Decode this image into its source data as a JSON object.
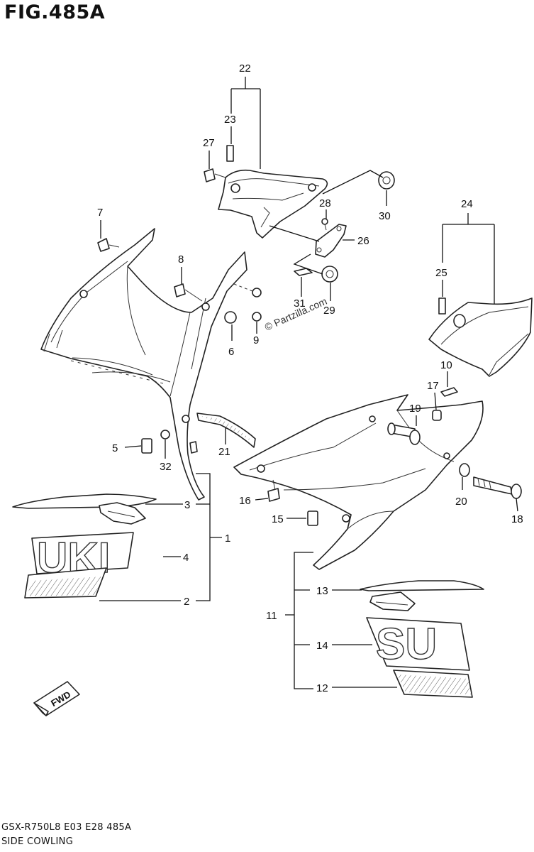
{
  "figure": {
    "title": "FIG.485A"
  },
  "watermark": "© Partzilla.com",
  "fwd_label": "FWD",
  "callouts": [
    "1",
    "2",
    "3",
    "4",
    "5",
    "6",
    "7",
    "8",
    "9",
    "10",
    "11",
    "12",
    "13",
    "14",
    "15",
    "16",
    "17",
    "18",
    "19",
    "20",
    "21",
    "22",
    "23",
    "24",
    "25",
    "26",
    "27",
    "28",
    "29",
    "30",
    "31",
    "32"
  ],
  "decals": {
    "left_lettering": "UKI",
    "right_lettering": "SU"
  },
  "footer": {
    "model_code": "GSX-R750L8  E03  E28  485A",
    "caption": "SIDE COWLING"
  }
}
